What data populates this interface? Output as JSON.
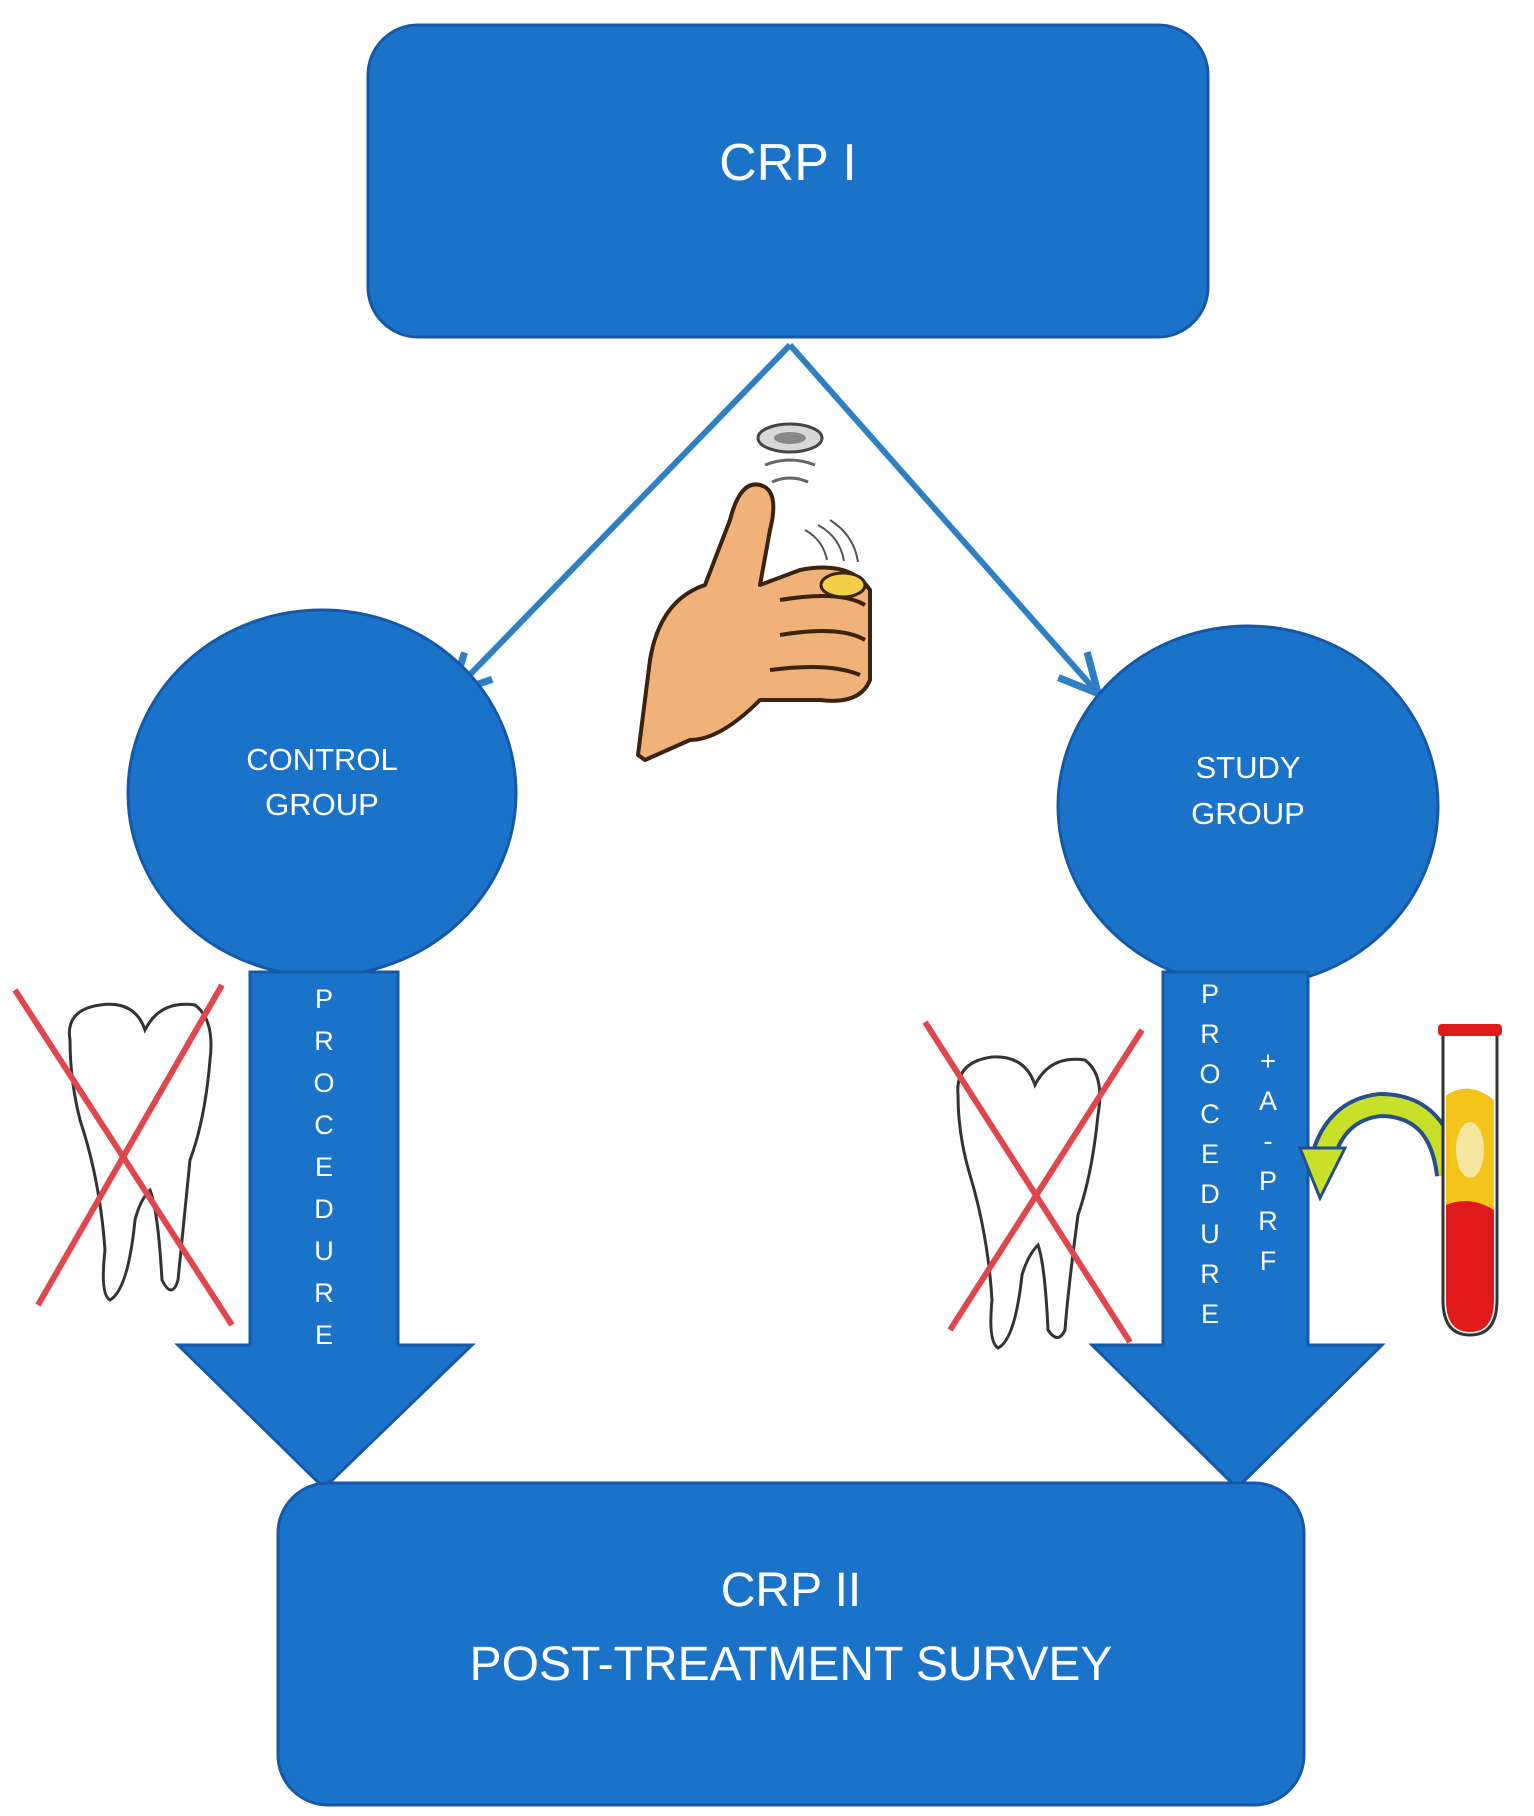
{
  "colors": {
    "box_fill": "#1a73c9",
    "box_stroke": "#1558a8",
    "arrow_line": "#2f7fc4",
    "text": "#ffffff",
    "cross": "#e0474c",
    "tooth_outline": "#333333",
    "hand_skin": "#f1b27a",
    "tube_red": "#e01a1a",
    "tube_yellow": "#f5c41a",
    "curved_arrow": "#c9e02a"
  },
  "top_box": {
    "title": "CRP I"
  },
  "left_group": {
    "line1": "CONTROL",
    "line2": "GROUP",
    "stem_letters": [
      "P",
      "R",
      "O",
      "C",
      "E",
      "D",
      "U",
      "R",
      "E"
    ]
  },
  "right_group": {
    "line1": "STUDY",
    "line2": "GROUP",
    "stem_letters": [
      "P",
      "R",
      "O",
      "C",
      "E",
      "D",
      "U",
      "R",
      "E"
    ],
    "stem_letters_2": [
      "+",
      "A",
      "-",
      "P",
      "R",
      "F"
    ]
  },
  "bottom_box": {
    "line1": "CRP II",
    "line2": "POST-TREATMENT SURVEY"
  },
  "icons": [
    "coin-flip-hand-icon",
    "extracted-tooth-icon",
    "blood-tube-icon",
    "curved-arrow-icon"
  ]
}
